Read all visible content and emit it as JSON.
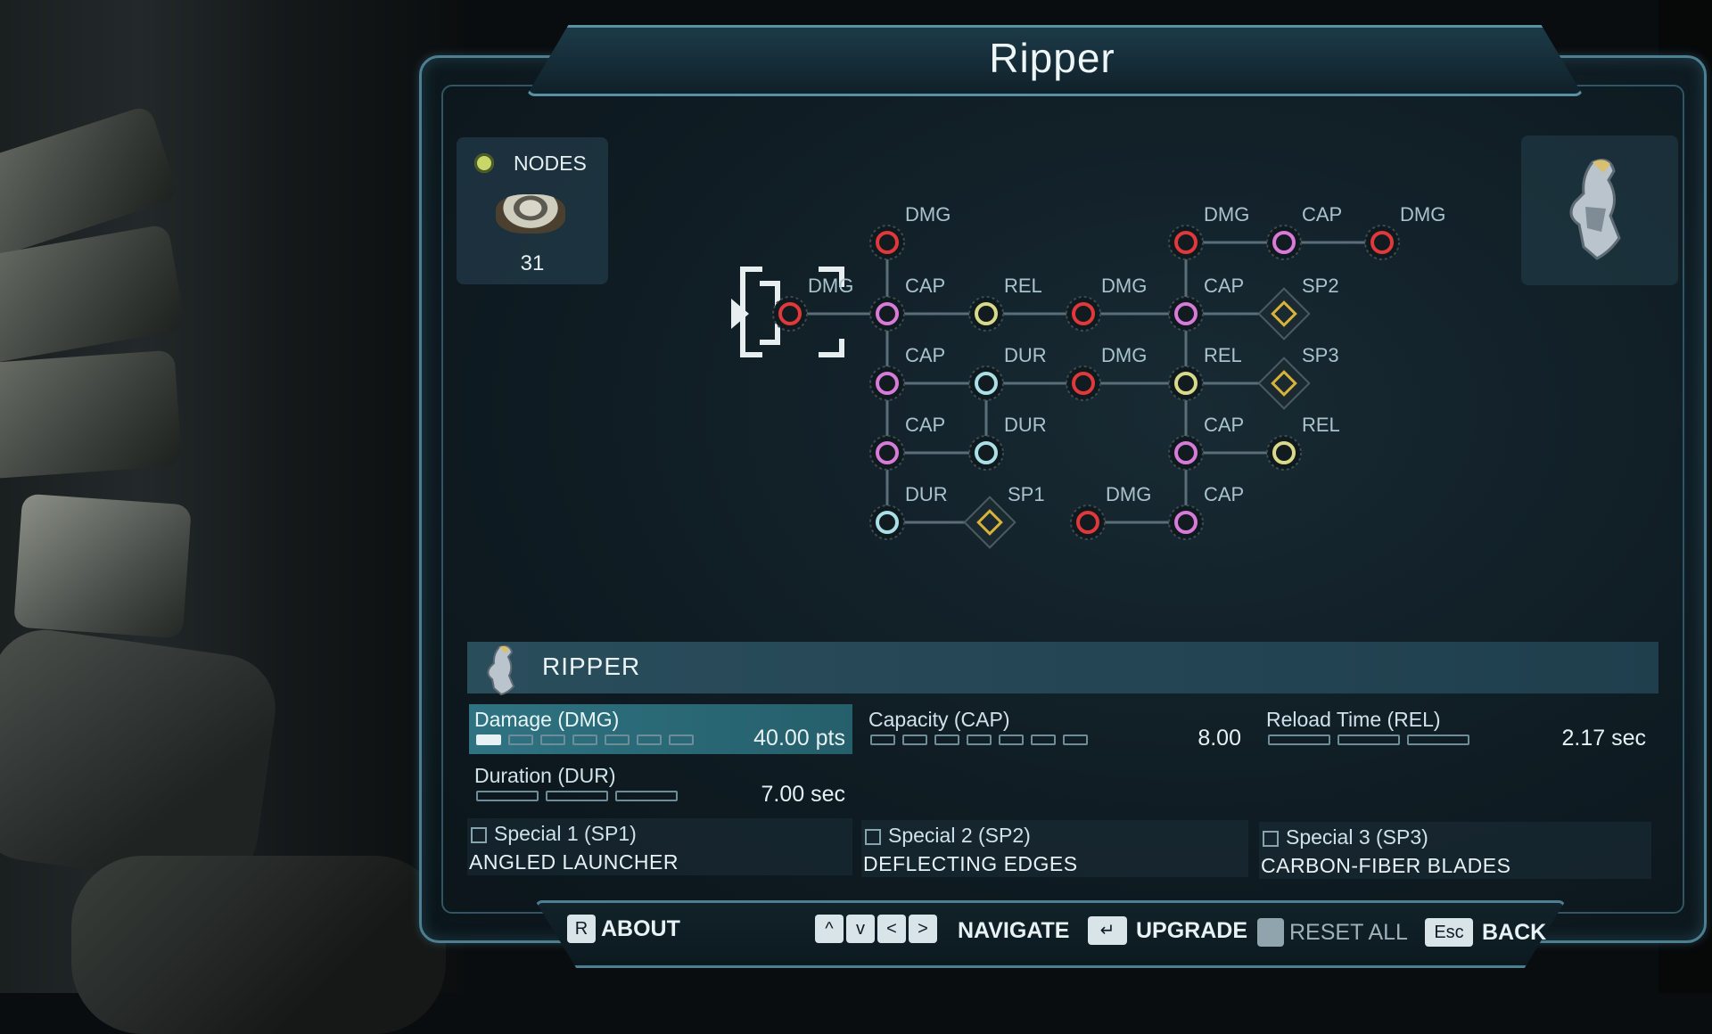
{
  "title": "Ripper",
  "nodes": {
    "label": "NODES",
    "count": "31"
  },
  "tree": {
    "labels": [
      "DMG",
      "DMG",
      "CAP",
      "DMG",
      "DMG",
      "CAP",
      "REL",
      "DMG",
      "CAP",
      "SP2",
      "CAP",
      "DUR",
      "DMG",
      "REL",
      "SP3",
      "CAP",
      "DUR",
      "CAP",
      "REL",
      "DUR",
      "SP1",
      "DMG",
      "CAP"
    ]
  },
  "details": {
    "name": "RIPPER",
    "stats": [
      {
        "label": "Damage (DMG)",
        "value": "40.00 pts",
        "filled": 1,
        "total": 7,
        "selected": true
      },
      {
        "label": "Capacity (CAP)",
        "value": "8.00",
        "filled": 0,
        "total": 7,
        "selected": false
      },
      {
        "label": "Reload Time (REL)",
        "value": "2.17 sec",
        "filled": 0,
        "total": 3,
        "selected": false
      },
      {
        "label": "Duration (DUR)",
        "value": "7.00 sec",
        "filled": 0,
        "total": 3,
        "selected": false
      }
    ],
    "specials": [
      {
        "label": "Special 1 (SP1)",
        "name": "ANGLED LAUNCHER"
      },
      {
        "label": "Special 2 (SP2)",
        "name": "DEFLECTING EDGES"
      },
      {
        "label": "Special 3 (SP3)",
        "name": "CARBON-FIBER BLADES"
      }
    ]
  },
  "footer": {
    "about_key": "R",
    "about": "ABOUT",
    "nav_keys": [
      "^",
      "v",
      "<",
      ">"
    ],
    "navigate": "NAVIGATE",
    "upgrade_key": "↵",
    "upgrade": "UPGRADE",
    "reset": "RESET ALL",
    "back_key": "Esc",
    "back": "BACK"
  },
  "colors": {
    "dmg": "#e0383b",
    "cap": "#d77ad8",
    "rel": "#d9d98a",
    "dur": "#a9dfe6",
    "special": "#d8b23a"
  },
  "icons": [
    "nodes-coin-icon",
    "node-stack-icon",
    "ripper-weapon-icon",
    "entry-bracket-icon"
  ]
}
